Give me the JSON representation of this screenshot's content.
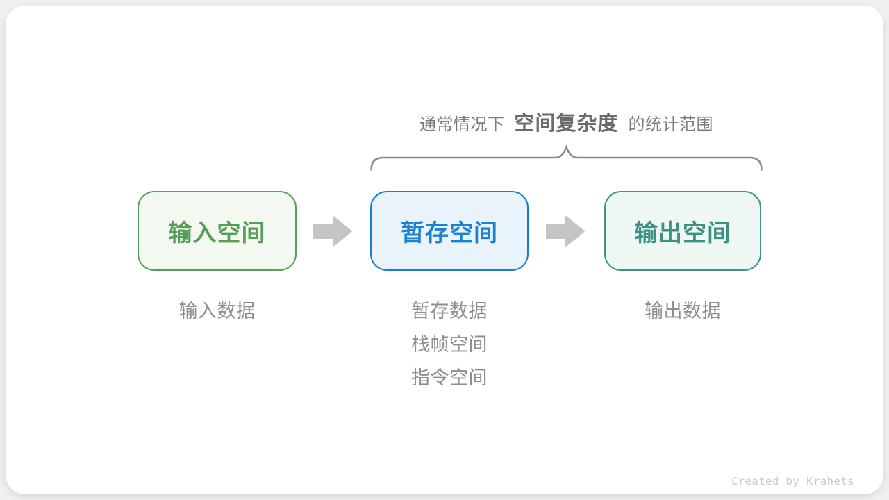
{
  "annotation": {
    "prefix": "通常情况下",
    "highlight": "空间复杂度",
    "suffix": "的统计范围"
  },
  "boxes": [
    {
      "id": "input-space",
      "label": "输入空间",
      "border_color": "#55a059",
      "fill_color": "#f3f9f0",
      "text_color": "#55a059"
    },
    {
      "id": "temp-space",
      "label": "暂存空间",
      "border_color": "#1b7ec9",
      "fill_color": "#e9f3fb",
      "text_color": "#1b82cd"
    },
    {
      "id": "output-space",
      "label": "输出空间",
      "border_color": "#3f9488",
      "fill_color": "#eff7f3",
      "text_color": "#3a9184"
    }
  ],
  "captions": {
    "input": "输入数据",
    "temp": [
      "暂存数据",
      "栈帧空间",
      "指令空间"
    ],
    "output": "输出数据"
  },
  "icons": {
    "arrow": "right-arrow",
    "brace": "curly-brace-top"
  },
  "credit": "Created by Krahets",
  "colors": {
    "page_background": "#efefef",
    "card_background": "#ffffff",
    "annotation_text": "#7b7b7b",
    "annotation_highlight": "#6b6b6b",
    "brace": "#8a8a8a",
    "arrow": "#c4c4c4",
    "caption_text": "#8e8e8e",
    "credit_text": "#c9c9c9"
  }
}
